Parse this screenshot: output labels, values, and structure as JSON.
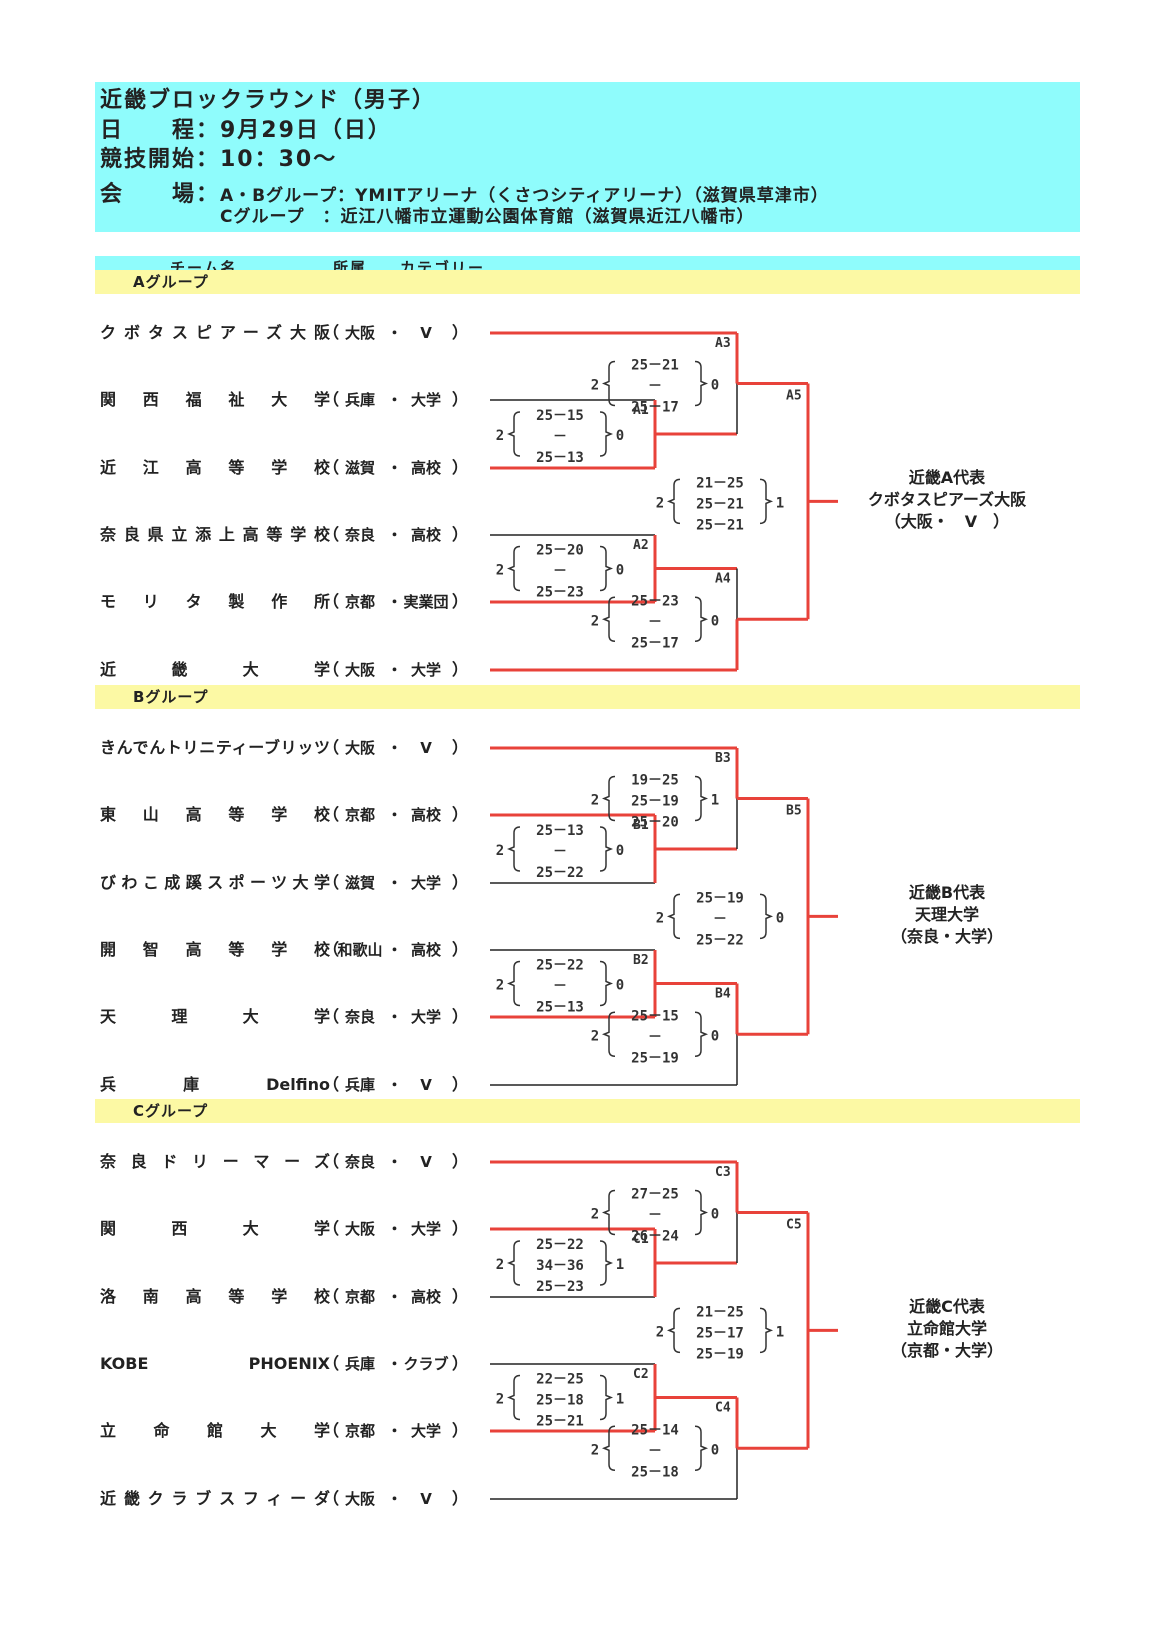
{
  "header": {
    "title": "近畿ブロックラウンド（男子）",
    "date_label": "日　　程：9月29日（日）",
    "start_label": "競技開始：10：30～",
    "venue_key": "会　　場：",
    "venue_ab": "A・Bグループ：YMITアリーナ（くさつシティアリーナ）（滋賀県草津市）",
    "venue_c": "Cグループ　：近江八幡市立運動公園体育館（滋賀県近江八幡市）"
  },
  "columns": {
    "team": "チーム名",
    "affiliation": "所属",
    "category": "カテゴリー"
  },
  "colors": {
    "header_bg": "#8ffcfc",
    "group_bg": "#fcf9a4",
    "winner_line": "#e8423a",
    "line": "#222222"
  },
  "groups": [
    {
      "label": "Aグループ",
      "teams": [
        {
          "name": "クボタスピアーズ大阪",
          "pref": "大阪",
          "cat": "V"
        },
        {
          "name": "関西福祉大学",
          "pref": "兵庫",
          "cat": "大学"
        },
        {
          "name": "近江高等学校",
          "pref": "滋賀",
          "cat": "高校"
        },
        {
          "name": "奈良県立添上高等学校",
          "pref": "奈良",
          "cat": "高校"
        },
        {
          "name": "モリタ製作所",
          "pref": "京都",
          "cat": "実業団"
        },
        {
          "name": "近畿大学",
          "pref": "大阪",
          "cat": "大学"
        }
      ],
      "matches": [
        {
          "id": "A1",
          "sets": [
            "25－15",
            "－",
            "25－13"
          ],
          "left": "2",
          "right": "0"
        },
        {
          "id": "A2",
          "sets": [
            "25－20",
            "－",
            "25－23"
          ],
          "left": "2",
          "right": "0"
        },
        {
          "id": "A3",
          "sets": [
            "25－21",
            "－",
            "25－17"
          ],
          "left": "2",
          "right": "0"
        },
        {
          "id": "A4",
          "sets": [
            "25－23",
            "－",
            "25－17"
          ],
          "left": "2",
          "right": "0"
        },
        {
          "id": "A5",
          "sets": [
            "21－25",
            "25－21",
            "25－21"
          ],
          "left": "2",
          "right": "1"
        }
      ],
      "rep": [
        "近畿A代表",
        "クボタスピアーズ大阪",
        "（大阪・　V　）"
      ]
    },
    {
      "label": "Bグループ",
      "teams": [
        {
          "name": "きんでんトリニティーブリッツ",
          "pref": "大阪",
          "cat": "V"
        },
        {
          "name": "東山高等学校",
          "pref": "京都",
          "cat": "高校"
        },
        {
          "name": "びわこ成蹊スポーツ大学",
          "pref": "滋賀",
          "cat": "大学"
        },
        {
          "name": "開智高等学校",
          "pref": "和歌山",
          "cat": "高校"
        },
        {
          "name": "天理大学",
          "pref": "奈良",
          "cat": "大学"
        },
        {
          "name": "兵庫Delfino",
          "pref": "兵庫",
          "cat": "V"
        }
      ],
      "matches": [
        {
          "id": "B1",
          "sets": [
            "25－13",
            "－",
            "25－22"
          ],
          "left": "2",
          "right": "0"
        },
        {
          "id": "B2",
          "sets": [
            "25－22",
            "－",
            "25－13"
          ],
          "left": "2",
          "right": "0"
        },
        {
          "id": "B3",
          "sets": [
            "19－25",
            "25－19",
            "25－20"
          ],
          "left": "2",
          "right": "1"
        },
        {
          "id": "B4",
          "sets": [
            "25－15",
            "－",
            "25－19"
          ],
          "left": "2",
          "right": "0"
        },
        {
          "id": "B5",
          "sets": [
            "25－19",
            "－",
            "25－22"
          ],
          "left": "2",
          "right": "0"
        }
      ],
      "rep": [
        "近畿B代表",
        "天理大学",
        "（奈良・大学）"
      ]
    },
    {
      "label": "Cグループ",
      "teams": [
        {
          "name": "奈良ドリーマーズ",
          "pref": "奈良",
          "cat": "V"
        },
        {
          "name": "関西大学",
          "pref": "大阪",
          "cat": "大学"
        },
        {
          "name": "洛南高等学校",
          "pref": "京都",
          "cat": "高校"
        },
        {
          "name": "KOBE PHOENIX",
          "pref": "兵庫",
          "cat": "クラブ"
        },
        {
          "name": "立命館大学",
          "pref": "京都",
          "cat": "大学"
        },
        {
          "name": "近畿クラブスフィーダ",
          "pref": "大阪",
          "cat": "V"
        }
      ],
      "matches": [
        {
          "id": "C1",
          "sets": [
            "25－22",
            "34－36",
            "25－23"
          ],
          "left": "2",
          "right": "1"
        },
        {
          "id": "C2",
          "sets": [
            "22－25",
            "25－18",
            "25－21"
          ],
          "left": "2",
          "right": "1"
        },
        {
          "id": "C3",
          "sets": [
            "27－25",
            "－",
            "26－24"
          ],
          "left": "2",
          "right": "0"
        },
        {
          "id": "C4",
          "sets": [
            "25－14",
            "－",
            "25－18"
          ],
          "left": "2",
          "right": "0"
        },
        {
          "id": "C5",
          "sets": [
            "21－25",
            "25－17",
            "25－19"
          ],
          "left": "2",
          "right": "1"
        }
      ],
      "rep": [
        "近畿C代表",
        "立命館大学",
        "（京都・大学）"
      ]
    }
  ]
}
